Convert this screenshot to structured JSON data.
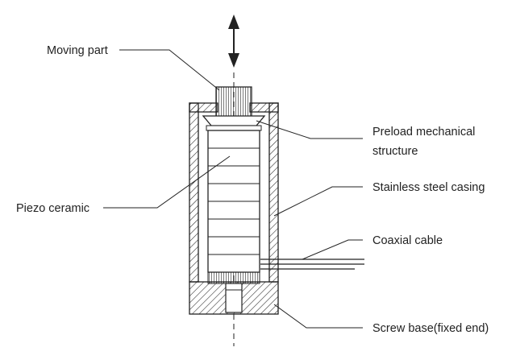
{
  "labels": {
    "moving_part": "Moving part",
    "preload_line1": "Preload mechanical",
    "preload_line2": "structure",
    "stainless_casing": "Stainless steel casing",
    "piezo_ceramic": "Piezo ceramic",
    "coaxial_cable": "Coaxial cable",
    "screw_base": "Screw base(fixed end)"
  },
  "colors": {
    "line": "#222222",
    "background": "#ffffff"
  },
  "icons": {
    "motion_arrow": "double-headed-vertical-arrow",
    "axis": "dash-dot-centerline"
  }
}
